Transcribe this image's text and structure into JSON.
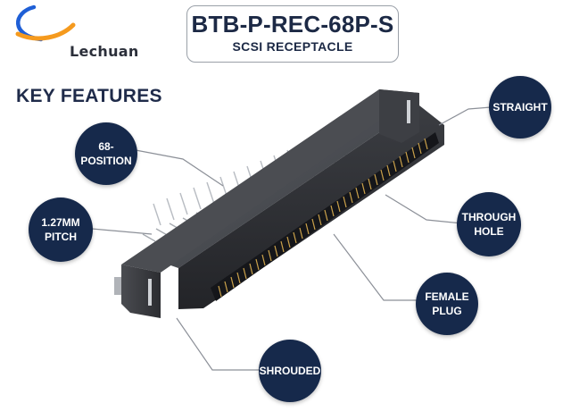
{
  "brand": {
    "name": "Lechuan",
    "colors": {
      "arc_blue": "#1f5fd6",
      "arc_orange": "#f59a1e",
      "navy": "#16294b"
    }
  },
  "header": {
    "part_number": "BTB-P-REC-68P-S",
    "subtitle": "SCSI RECEPTACLE"
  },
  "features": {
    "heading": "KEY FEATURES",
    "items": [
      {
        "line1": "68-POSITION",
        "line2": ""
      },
      {
        "line1": "1.27MM",
        "line2": "PITCH"
      },
      {
        "line1": "STRAIGHT",
        "line2": ""
      },
      {
        "line1": "THROUGH",
        "line2": "HOLE"
      },
      {
        "line1": "FEMALE",
        "line2": "PLUG"
      },
      {
        "line1": "SHROUDED",
        "line2": ""
      }
    ]
  }
}
